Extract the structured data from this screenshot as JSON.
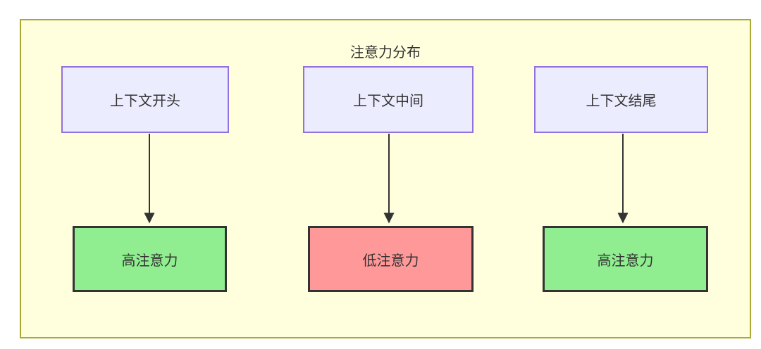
{
  "diagram": {
    "title": "注意力分布",
    "colors": {
      "container_fill": "#ffffde",
      "container_border": "#aaaa33",
      "context_fill": "#ececff",
      "context_border": "#9370db",
      "high_fill": "#90ee90",
      "low_fill": "#ff9999",
      "result_border": "#333333",
      "arrow": "#333333",
      "text": "#333333"
    },
    "top_nodes": [
      {
        "id": "context-start",
        "label": "上下文开头"
      },
      {
        "id": "context-middle",
        "label": "上下文中间"
      },
      {
        "id": "context-end",
        "label": "上下文结尾"
      }
    ],
    "bottom_nodes": [
      {
        "id": "high-attention-left",
        "label": "高注意力",
        "level": "high"
      },
      {
        "id": "low-attention-middle",
        "label": "低注意力",
        "level": "low"
      },
      {
        "id": "high-attention-right",
        "label": "高注意力",
        "level": "high"
      }
    ],
    "edges": [
      {
        "from": "context-start",
        "to": "high-attention-left"
      },
      {
        "from": "context-middle",
        "to": "low-attention-middle"
      },
      {
        "from": "context-end",
        "to": "high-attention-right"
      }
    ]
  }
}
